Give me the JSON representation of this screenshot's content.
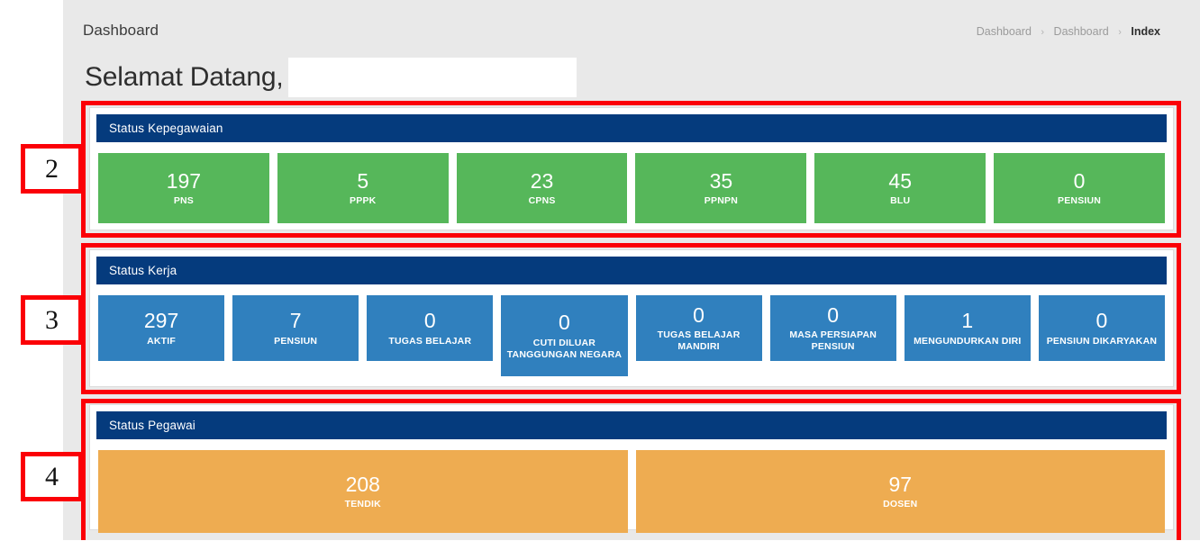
{
  "topbar": {
    "title": "Dashboard",
    "breadcrumb": [
      {
        "label": "Dashboard",
        "active": false
      },
      {
        "label": "Dashboard",
        "active": false
      },
      {
        "label": "Index",
        "active": true
      }
    ],
    "separator": "›"
  },
  "welcome": {
    "greeting": "Selamat Datang,",
    "name_value": "",
    "name_placeholder": ""
  },
  "colors": {
    "panel_header": "#053b7d",
    "green": "#56b75a",
    "blue": "#3080be",
    "orange": "#eeac51",
    "annotation": "#fb0007",
    "page_bg": "#e9e9e9"
  },
  "panels": [
    {
      "id": "kepegawaian",
      "title": "Status Kepegawaian",
      "card_style": "green",
      "cards": [
        {
          "value": "197",
          "label": "PNS"
        },
        {
          "value": "5",
          "label": "PPPK"
        },
        {
          "value": "23",
          "label": "CPNS"
        },
        {
          "value": "35",
          "label": "PPNPN"
        },
        {
          "value": "45",
          "label": "BLU"
        },
        {
          "value": "0",
          "label": "PENSIUN"
        }
      ]
    },
    {
      "id": "kerja",
      "title": "Status Kerja",
      "card_style": "blue",
      "cards": [
        {
          "value": "297",
          "label": "AKTIF"
        },
        {
          "value": "7",
          "label": "PENSIUN"
        },
        {
          "value": "0",
          "label": "TUGAS BELAJAR"
        },
        {
          "value": "0",
          "label": "CUTI DILUAR TANGGUNGAN NEGARA",
          "tall": true
        },
        {
          "value": "0",
          "label": "TUGAS BELAJAR MANDIRI"
        },
        {
          "value": "0",
          "label": "MASA PERSIAPAN PENSIUN"
        },
        {
          "value": "1",
          "label": "MENGUNDURKAN DIRI"
        },
        {
          "value": "0",
          "label": "PENSIUN DIKARYAKAN"
        }
      ]
    },
    {
      "id": "pegawai",
      "title": "Status Pegawai",
      "card_style": "orange",
      "cards": [
        {
          "value": "208",
          "label": "TENDIK"
        },
        {
          "value": "97",
          "label": "DOSEN"
        }
      ]
    }
  ],
  "annotations": [
    {
      "number": "2",
      "target": "kepegawaian"
    },
    {
      "number": "3",
      "target": "kerja"
    },
    {
      "number": "4",
      "target": "pegawai"
    }
  ]
}
